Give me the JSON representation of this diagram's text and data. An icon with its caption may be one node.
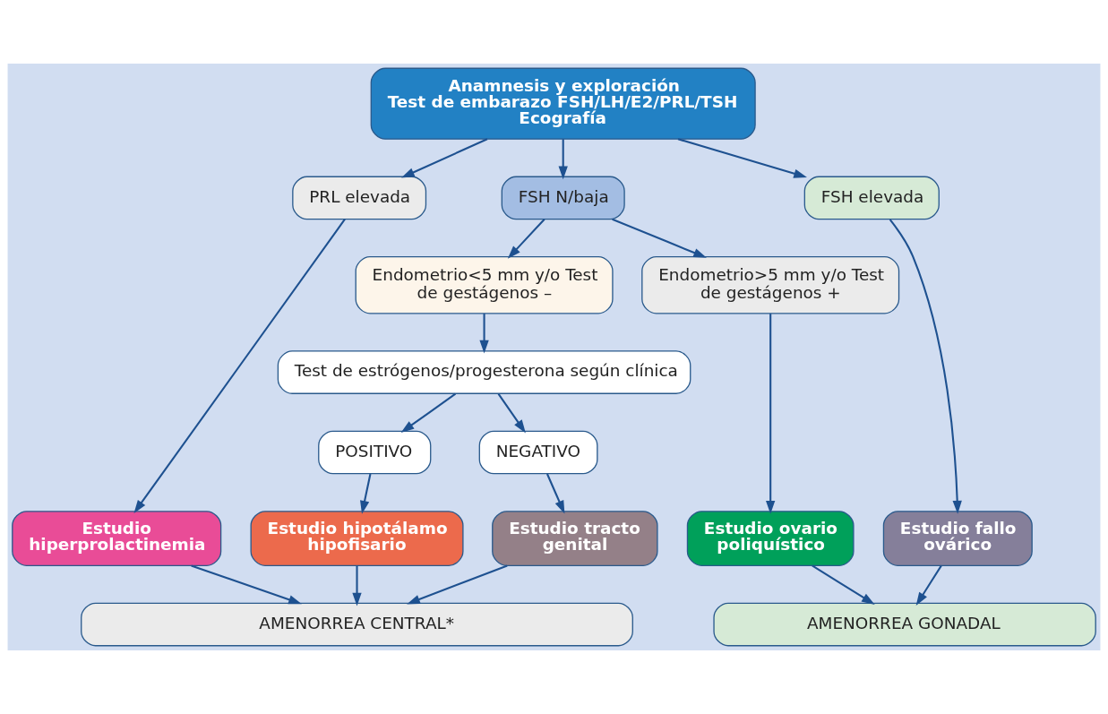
{
  "diagram": {
    "nodes": [
      {
        "text": [
          "Anamnesis y exploración",
          "Test de embarazo FSH/LH/E2/PRL/TSH",
          "Ecografía"
        ]
      },
      {
        "text": [
          "PRL elevada"
        ]
      },
      {
        "text": [
          "FSH N/baja"
        ]
      },
      {
        "text": [
          "FSH elevada"
        ]
      },
      {
        "text": [
          "Endometrio<5 mm y/o Test de gestágenos –"
        ]
      },
      {
        "text": [
          "Endometrio>5 mm y/o Test de gestágenos +"
        ]
      },
      {
        "text": [
          "Test de estrógenos/progesterona según clínica"
        ]
      },
      {
        "text": [
          "POSITIVO"
        ]
      },
      {
        "text": [
          "NEGATIVO"
        ]
      },
      {
        "text": [
          "Estudio hiperprolactinemia"
        ]
      },
      {
        "text": [
          "Estudio hipotálamo hipofisario"
        ]
      },
      {
        "text": [
          "Estudio tracto genital"
        ]
      },
      {
        "text": [
          "Estudio ovario poliquístico"
        ]
      },
      {
        "text": [
          "Estudio fallo ovárico"
        ]
      },
      {
        "text": [
          "AMENORREA CENTRAL*"
        ]
      },
      {
        "text": [
          "AMENORREA GONADAL"
        ]
      }
    ],
    "edges": [
      {
        "from": 0,
        "to": 1,
        "arrow": "to"
      },
      {
        "from": 0,
        "to": 2,
        "arrow": "to"
      },
      {
        "from": 0,
        "to": 3,
        "arrow": "to"
      },
      {
        "from": 2,
        "to": 4,
        "arrow": "to"
      },
      {
        "from": 2,
        "to": 5,
        "arrow": "to"
      },
      {
        "from": 4,
        "to": 6,
        "arrow": "to"
      },
      {
        "from": 6,
        "to": 7,
        "arrow": "to"
      },
      {
        "from": 6,
        "to": 8,
        "arrow": "to"
      },
      {
        "from": 1,
        "to": 9,
        "arrow": "to"
      },
      {
        "from": 7,
        "to": 10,
        "arrow": "to"
      },
      {
        "from": 8,
        "to": 11,
        "arrow": "to"
      },
      {
        "from": 5,
        "to": 12,
        "arrow": "to"
      },
      {
        "from": 3,
        "to": 13,
        "arrow": "to"
      },
      {
        "from": 9,
        "to": 14,
        "arrow": "to"
      },
      {
        "from": 10,
        "to": 14,
        "arrow": "to"
      },
      {
        "from": 11,
        "to": 14,
        "arrow": "to"
      },
      {
        "from": 12,
        "to": 15,
        "arrow": "to"
      },
      {
        "from": 13,
        "to": 15,
        "arrow": "to"
      }
    ]
  }
}
